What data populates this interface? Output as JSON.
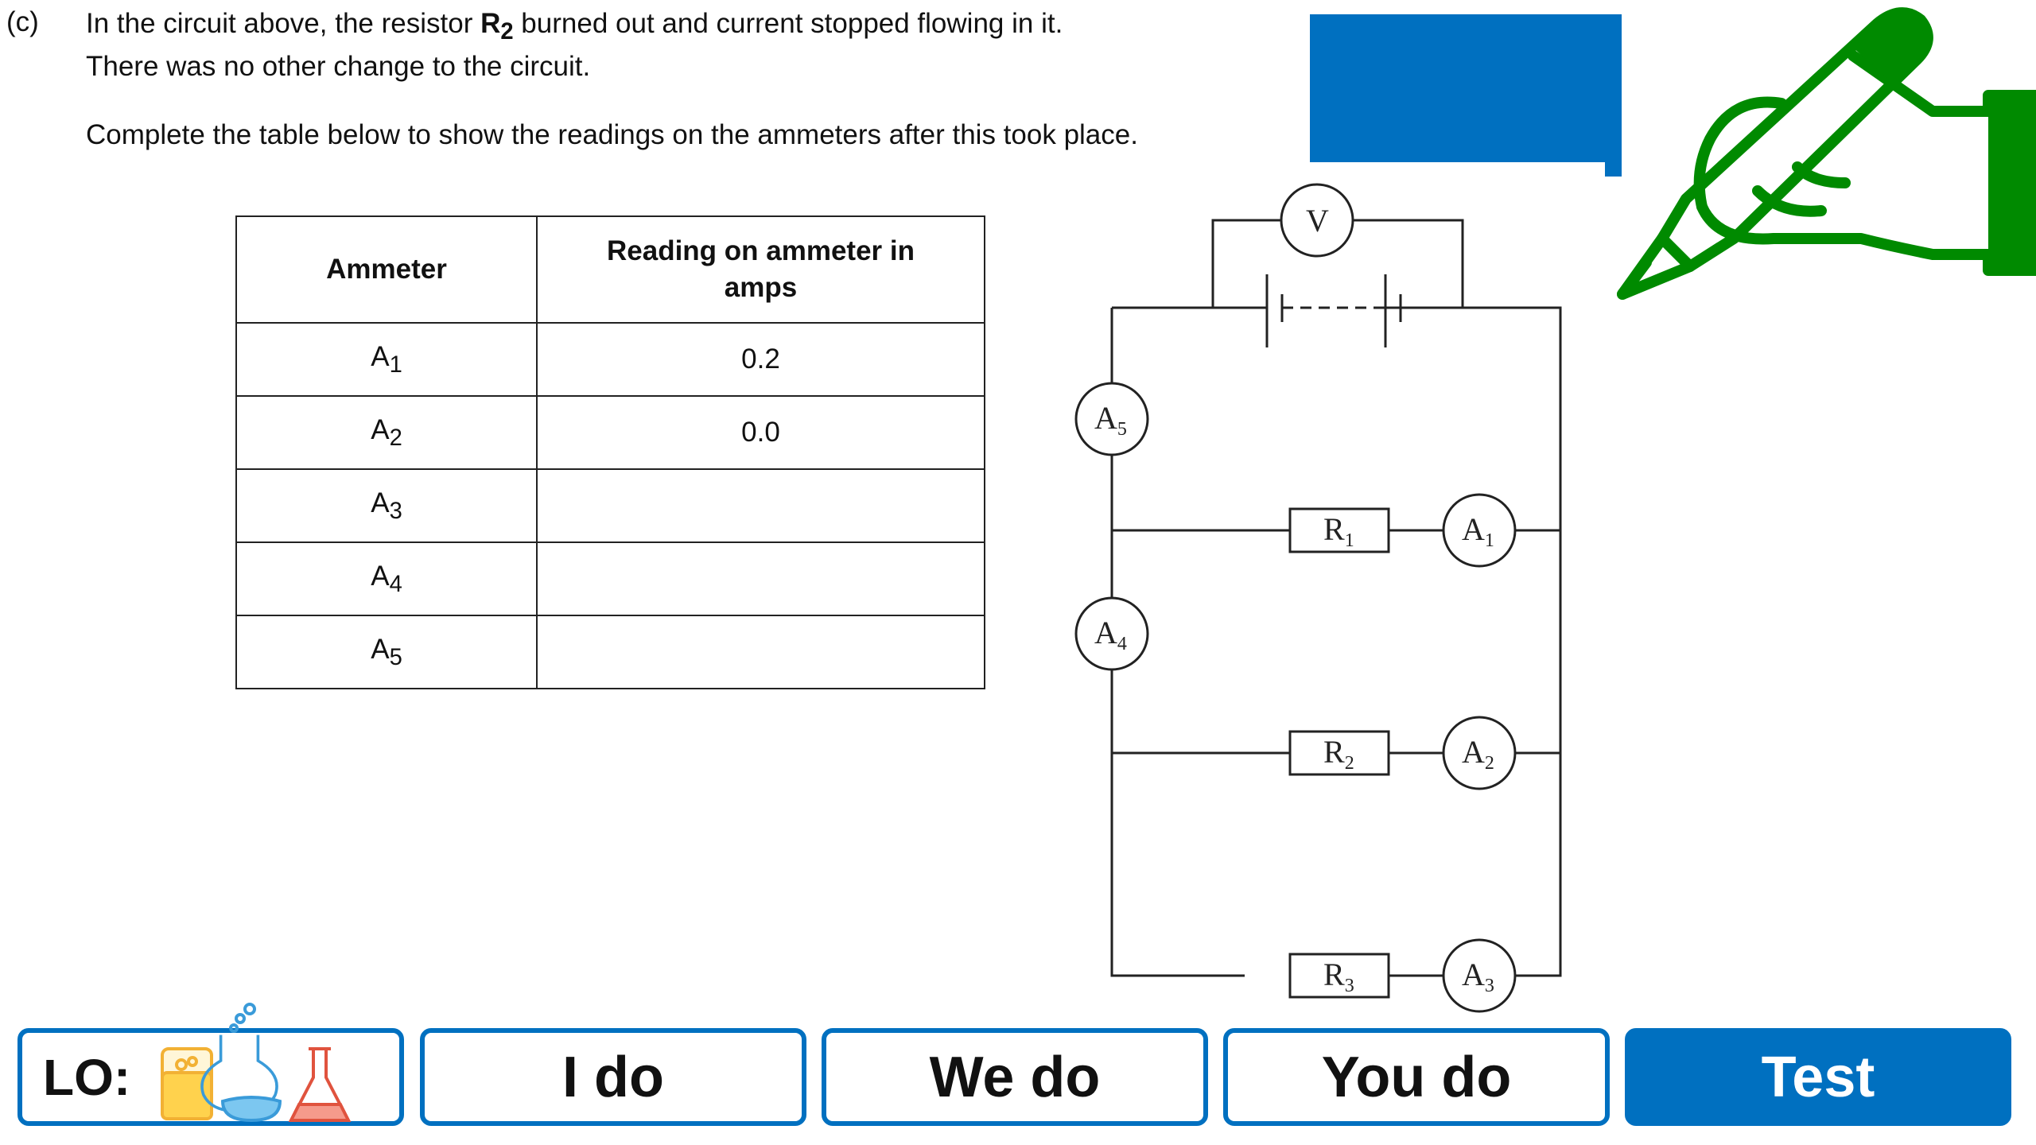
{
  "question": {
    "label": "(c)",
    "line1_pre": "In the circuit above, the resistor ",
    "line1_bold": "R",
    "line1_sub": "2",
    "line1_post": " burned out and current stopped flowing in it.",
    "line2": "There was no other change to the circuit.",
    "instruction": "Complete the table below to show the readings on the ammeters after this took place."
  },
  "table": {
    "header_ammeter": "Ammeter",
    "header_reading": "Reading on ammeter in amps",
    "rows": [
      {
        "ammeter": "A",
        "sub": "1",
        "reading": "0.2"
      },
      {
        "ammeter": "A",
        "sub": "2",
        "reading": "0.0"
      },
      {
        "ammeter": "A",
        "sub": "3",
        "reading": ""
      },
      {
        "ammeter": "A",
        "sub": "4",
        "reading": ""
      },
      {
        "ammeter": "A",
        "sub": "5",
        "reading": ""
      }
    ]
  },
  "circuit": {
    "voltmeter": "V",
    "ammeters": [
      "A",
      "A",
      "A",
      "A",
      "A"
    ],
    "ammeter_subs": [
      "5",
      "1",
      "4",
      "2",
      "3"
    ],
    "resistors": [
      "R",
      "R",
      "R"
    ],
    "resistor_subs": [
      "1",
      "2",
      "3"
    ]
  },
  "nav": {
    "lo": "LO:",
    "i_do": "I do",
    "we_do": "We do",
    "you_do": "You do",
    "test": "Test"
  },
  "colors": {
    "accent": "#0070c0",
    "hand": "#008a00"
  },
  "icons": [
    "writing-hand-icon",
    "beaker-icon",
    "round-flask-icon",
    "conical-flask-icon"
  ]
}
